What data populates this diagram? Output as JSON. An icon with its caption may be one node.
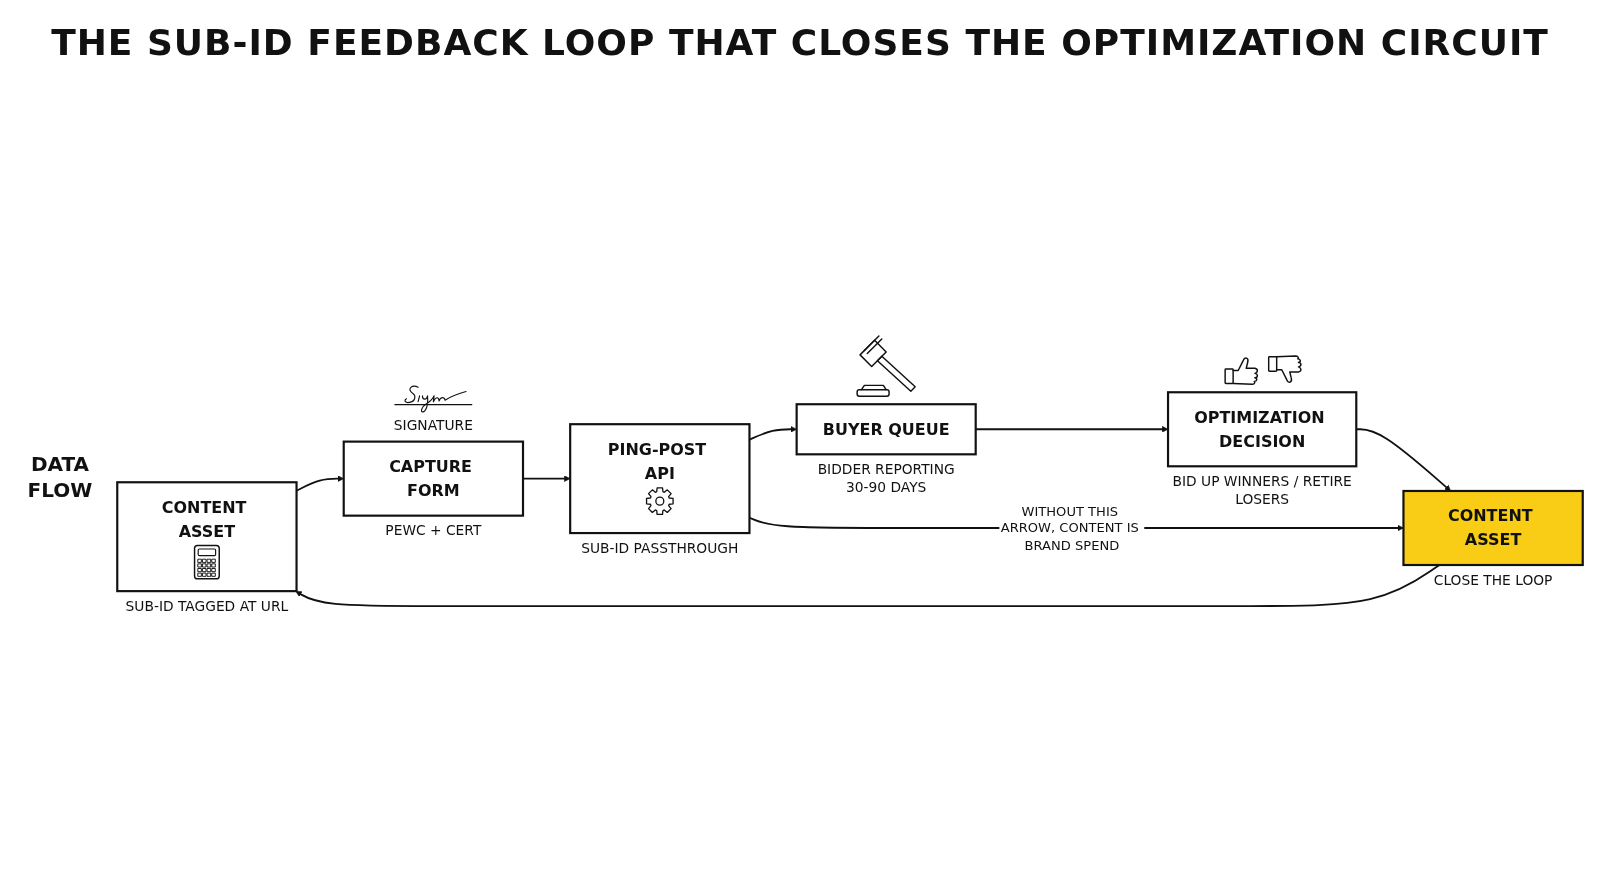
{
  "diagram": {
    "title": "THE SUB-ID FEEDBACK LOOP THAT CLOSES THE OPTIMIZATION CIRCUIT",
    "nodes": [
      {
        "text": [
          "CONTENT ASSET"
        ],
        "beside": [
          "SUB-ID TAGGED AT URL"
        ]
      },
      {
        "text": [
          "CAPTURE FORM"
        ],
        "beside": [
          "PEWC + CERT",
          "SIGNATURE"
        ]
      },
      {
        "text": [
          "PING-POST API"
        ],
        "beside": [
          "SUB-ID PASSTHROUGH"
        ]
      },
      {
        "text": [
          "BUYER QUEUE"
        ],
        "beside": [
          "BIDDER REPORTING 30-90 DAYS"
        ]
      },
      {
        "text": [
          "OPTIMIZATION DECISION"
        ],
        "beside": [
          "BID UP WINNERS / RETIRE LOSERS"
        ]
      },
      {
        "text": [
          "CONTENT ASSET"
        ],
        "beside": [
          "CLOSE THE LOOP"
        ]
      }
    ],
    "edges": [
      {
        "from": 0,
        "to": 1,
        "arrow": "to"
      },
      {
        "from": 1,
        "to": 2,
        "arrow": "to"
      },
      {
        "from": 2,
        "to": 3,
        "arrow": "to"
      },
      {
        "from": 3,
        "to": 4,
        "arrow": "to"
      },
      {
        "from": 4,
        "to": 5,
        "arrow": "to"
      },
      {
        "from": 5,
        "to": 0,
        "arrow": "to"
      },
      {
        "from": 2,
        "to": 5,
        "arrow": "to",
        "label": "WITHOUT THIS ARROW, CONTENT IS BRAND SPEND"
      }
    ],
    "labels": [
      "DATA FLOW"
    ]
  }
}
